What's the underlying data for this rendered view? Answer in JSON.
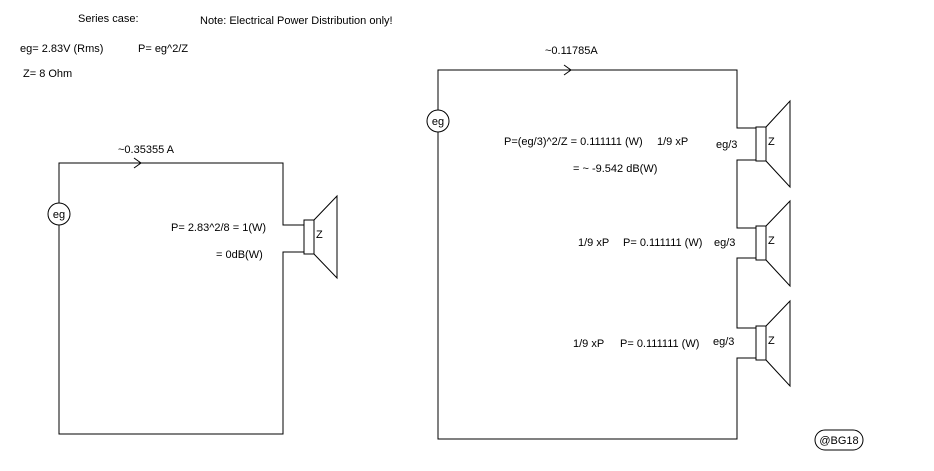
{
  "header": {
    "series_case": "Series case:",
    "note": "Note: Electrical Power Distribution only!",
    "eg_value": "eg= 2.83V (Rms)",
    "power_formula": "P=  eg^2/Z",
    "impedance": "Z= 8 Ohm"
  },
  "circuit_single": {
    "current": "~0.35355 A",
    "source_label": "eg",
    "power_calc": "P= 2.83^2/8 = 1(W)",
    "power_db": "= 0dB(W)",
    "speaker_label": "Z"
  },
  "circuit_series": {
    "current": "~0.11785A",
    "source_label": "eg",
    "power_calc": "P=(eg/3)^2/Z = 0.111111 (W)",
    "fraction_1": "1/9 xP",
    "power_db": "= ~ -9.542 dB(W)",
    "speakers": [
      {
        "voltage": "eg/3",
        "label": "Z"
      },
      {
        "voltage": "eg/3",
        "label": "Z",
        "fraction": "1/9 xP",
        "power": "P= 0.111111 (W)"
      },
      {
        "voltage": "eg/3",
        "label": "Z",
        "fraction": "1/9 xP",
        "power": "P= 0.111111 (W)"
      }
    ]
  },
  "signature": "@BG18"
}
